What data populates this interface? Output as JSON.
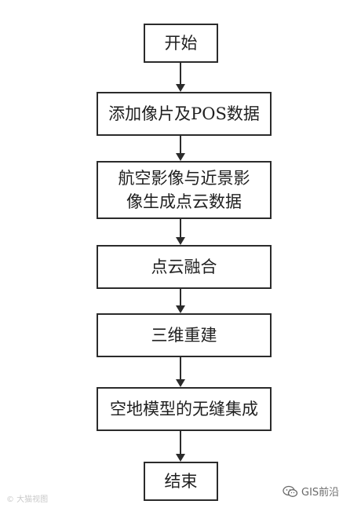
{
  "flowchart": {
    "steps": [
      {
        "id": "start",
        "label": "开始"
      },
      {
        "id": "add-images",
        "label": "添加像片及POS数据"
      },
      {
        "id": "generate-pointcloud",
        "label_line1": "航空影像与近景影",
        "label_line2": "像生成点云数据"
      },
      {
        "id": "pointcloud-fusion",
        "label": "点云融合"
      },
      {
        "id": "reconstruction",
        "label": "三维重建"
      },
      {
        "id": "model-integration",
        "label": "空地模型的无缝集成"
      },
      {
        "id": "end",
        "label": "结束"
      }
    ]
  },
  "watermarks": {
    "left": "© 大猫视图",
    "right": "GIS前沿",
    "right_icon": "wechat-icon"
  },
  "colors": {
    "line": "#2b2b2b",
    "text": "#1f1f1f",
    "background": "#ffffff"
  }
}
